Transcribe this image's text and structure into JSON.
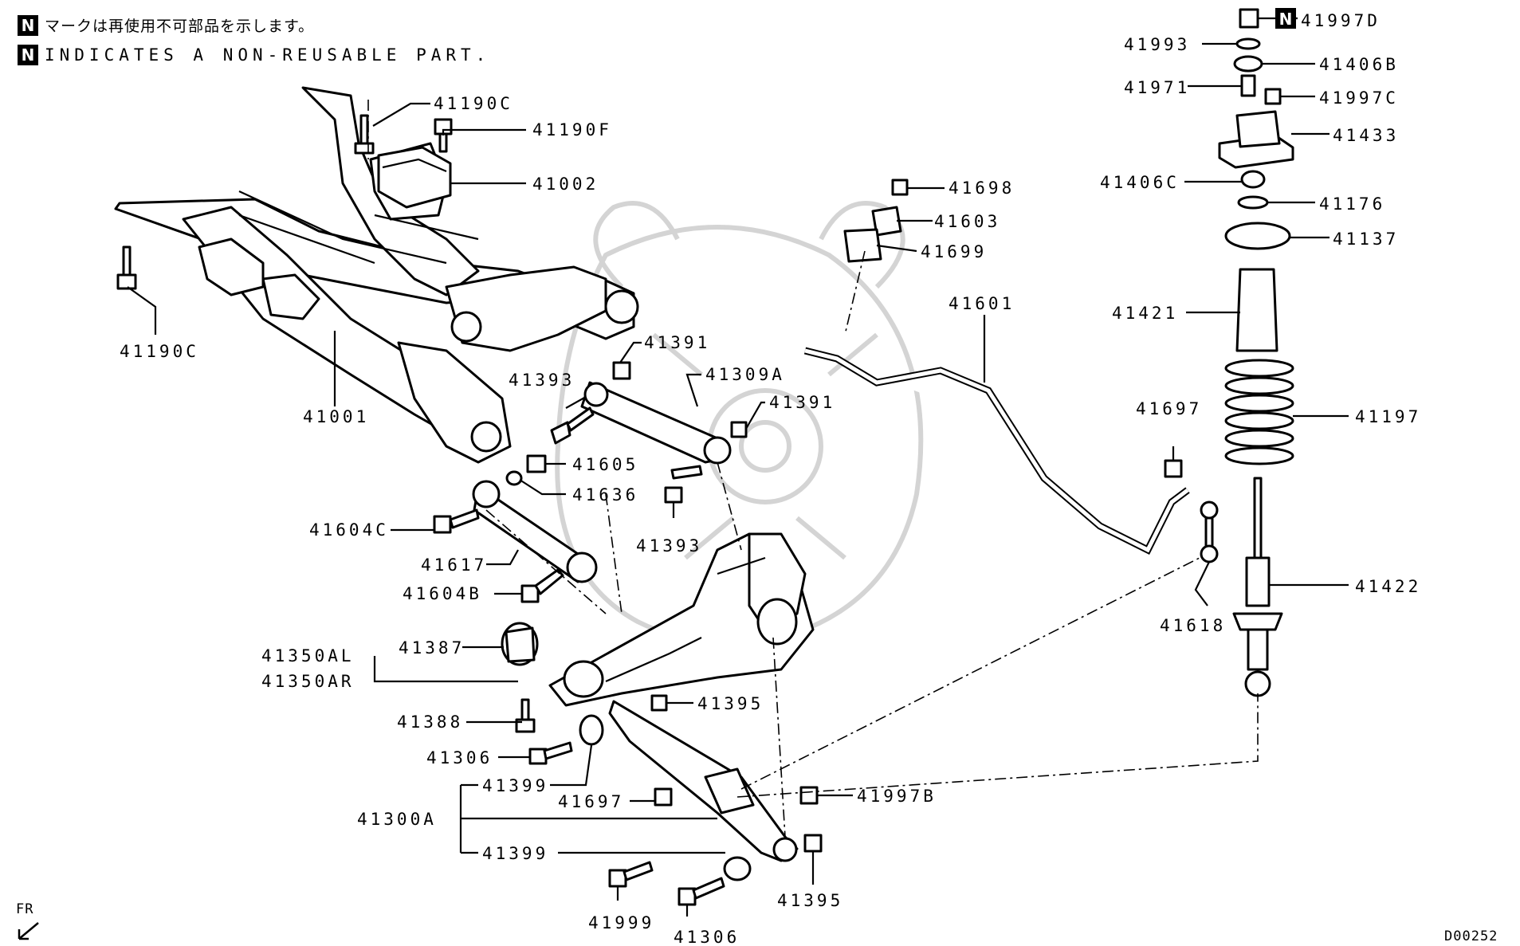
{
  "notes": {
    "jp": "マークは再使用不可部品を示します。",
    "en": "INDICATES A NON-REUSABLE PART.",
    "symbol": "N"
  },
  "labels": {
    "p41190C_top": "41190C",
    "p41190F": "41190F",
    "p41002": "41002",
    "p41190C_left": "41190C",
    "p41001": "41001",
    "p41391_a": "41391",
    "p41393_a": "41393",
    "p41309A": "41309A",
    "p41391_b": "41391",
    "p41605": "41605",
    "p41636": "41636",
    "p41393_b": "41393",
    "p41604C": "41604C",
    "p41617": "41617",
    "p41604B": "41604B",
    "p41350AL": "41350AL",
    "p41350AR": "41350AR",
    "p41387": "41387",
    "p41388": "41388",
    "p41306_a": "41306",
    "p41395_a": "41395",
    "p41399_a": "41399",
    "p41697_a": "41697",
    "p41300A": "41300A",
    "p41399_b": "41399",
    "p41997B": "41997B",
    "p41999": "41999",
    "p41306_b": "41306",
    "p41395_b": "41395",
    "p41698": "41698",
    "p41603": "41603",
    "p41699": "41699",
    "p41601": "41601",
    "p41697_b": "41697",
    "p41618": "41618",
    "p41997D": "41997D",
    "p41993": "41993",
    "p41406B": "41406B",
    "p41971": "41971",
    "p41997C": "41997C",
    "p41433": "41433",
    "p41406C": "41406C",
    "p41176": "41176",
    "p41137": "41137",
    "p41421": "41421",
    "p41197": "41197",
    "p41422": "41422"
  },
  "orientation": "FR",
  "diagram_code": "D00252"
}
